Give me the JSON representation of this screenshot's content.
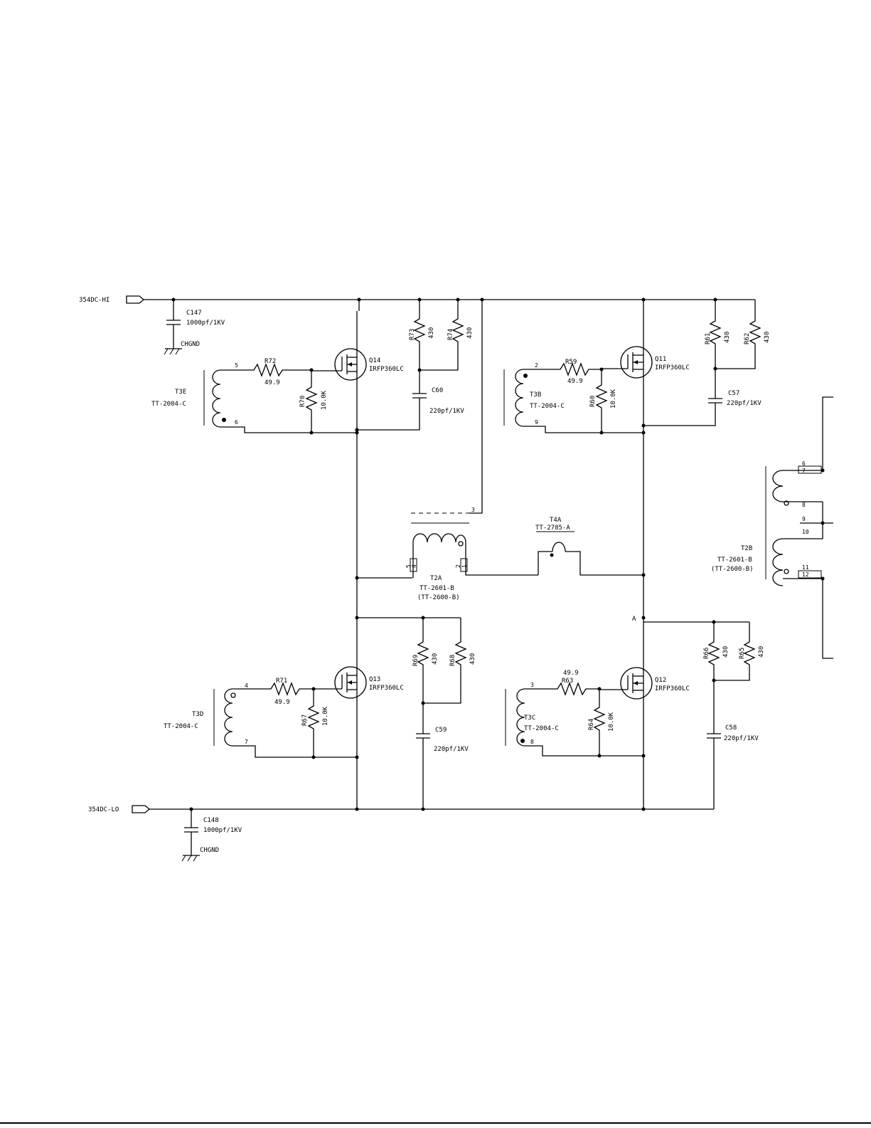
{
  "ports": {
    "hi": "354DC-HI",
    "lo": "354DC-LO"
  },
  "mosfets": {
    "q14": {
      "ref": "Q14",
      "part": "IRFP360LC"
    },
    "q11": {
      "ref": "Q11",
      "part": "IRFP360LC"
    },
    "q13": {
      "ref": "Q13",
      "part": "IRFP360LC"
    },
    "q12": {
      "ref": "Q12",
      "part": "IRFP360LC"
    }
  },
  "resistors": {
    "r72": {
      "ref": "R72",
      "value": "49.9"
    },
    "r70": {
      "ref": "R70",
      "value": "10.0K"
    },
    "r73": {
      "ref": "R73",
      "value": "430"
    },
    "r74": {
      "ref": "R74",
      "value": "430"
    },
    "r59": {
      "ref": "R59",
      "value": "49.9"
    },
    "r60": {
      "ref": "R60",
      "value": "10.0K"
    },
    "r61": {
      "ref": "R61",
      "value": "430"
    },
    "r62": {
      "ref": "R62",
      "value": "430"
    },
    "r71": {
      "ref": "R71",
      "value": "49.9"
    },
    "r67": {
      "ref": "R67",
      "value": "10.0K"
    },
    "r69": {
      "ref": "R69",
      "value": "430"
    },
    "r68": {
      "ref": "R68",
      "value": "430"
    },
    "r63": {
      "ref": "R63",
      "value": "49.9"
    },
    "r64": {
      "ref": "R64",
      "value": "10.0K"
    },
    "r66": {
      "ref": "R66",
      "value": "430"
    },
    "r65": {
      "ref": "R65",
      "value": "430"
    }
  },
  "capacitors": {
    "c147": {
      "ref": "C147",
      "value": "1000pf/1KV"
    },
    "c148": {
      "ref": "C148",
      "value": "1000pf/1KV"
    },
    "c60": {
      "ref": "C60",
      "value": "220pf/1KV"
    },
    "c57": {
      "ref": "C57",
      "value": "220pf/1KV"
    },
    "c59": {
      "ref": "C59",
      "value": "220pf/1KV"
    },
    "c58": {
      "ref": "C58",
      "value": "220pf/1KV"
    }
  },
  "grounds": {
    "g1": "CHGND",
    "g2": "CHGND"
  },
  "transformers": {
    "t3e": {
      "ref": "T3E",
      "part": "TT-2004-C",
      "pin_a": "5",
      "pin_b": "6"
    },
    "t3b": {
      "ref": "T3B",
      "part": "TT-2004-C",
      "pin_a": "2",
      "pin_b": "9"
    },
    "t3d": {
      "ref": "T3D",
      "part": "TT-2004-C",
      "pin_a": "4",
      "pin_b": "7"
    },
    "t3c": {
      "ref": "T3C",
      "part": "TT-2004-C",
      "pin_a": "3",
      "pin_b": "8"
    },
    "t2a": {
      "ref": "T2A",
      "part": "TT-2601-B",
      "alt": "(TT-2600-B)",
      "pin_top": "3",
      "pin_l1": "5",
      "pin_l2": "4",
      "pin_r1": "2",
      "pin_r2": "1"
    },
    "t4a": {
      "ref": "T4A",
      "part": "TT-2785-A"
    },
    "t2b": {
      "ref": "T2B",
      "part": "TT-2601-B",
      "alt": "(TT-2600-B)",
      "pins": [
        "6",
        "7",
        "8",
        "9",
        "10",
        "11",
        "12"
      ]
    }
  },
  "nodes": {
    "a": "A"
  }
}
